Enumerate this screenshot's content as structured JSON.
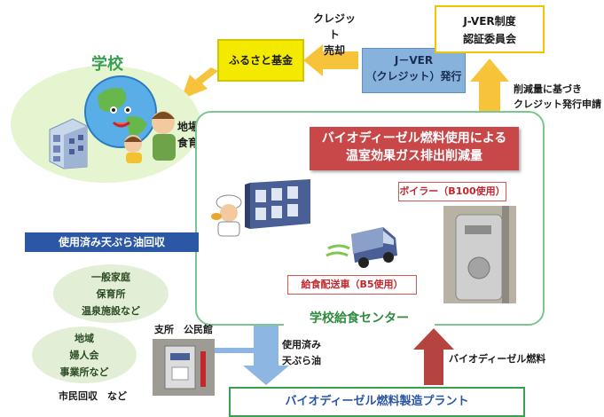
{
  "school": {
    "title": "学校",
    "activity_line1": "地場産給食の推進",
    "activity_line2": "食育など"
  },
  "furusato_fund": "ふるさと基金",
  "credit_sale": {
    "line1": "クレジット",
    "line2": "売却"
  },
  "jver_issue": {
    "line1": "J－VER",
    "line2": "（クレジット）発行"
  },
  "jver_committee": {
    "line1": "J-VER制度",
    "line2": "認証委員会"
  },
  "credit_application": {
    "line1": "削減量に基づき",
    "line2": "クレジット発行申請"
  },
  "headline": {
    "line1": "バイオディーゼル燃料使用による",
    "line2": "温室効果ガス排出削減量"
  },
  "boiler_label": "ボイラー（B100使用）",
  "truck_label": "給食配送車（B5使用）",
  "center_title": "学校給食センター",
  "oil_collection": "使用済み天ぷら油回収",
  "households": {
    "line1": "一般家庭",
    "line2": "保育所",
    "line3": "温泉施設など"
  },
  "community": {
    "line1": "地域",
    "line2": "婦人会",
    "line3": "事業所など"
  },
  "branch_label": "支所　公民館",
  "city_collection": "市民回収　など",
  "used_oil_flow": {
    "line1": "使用済み",
    "line2": "天ぷら油"
  },
  "biodiesel_flow": "バイオディーゼル燃料",
  "plant": "バイオディーゼル燃料製造プラント",
  "colors": {
    "yellow_arrow": "#f7c33a",
    "blue_arrow": "#8db6e2",
    "red_arrow": "#b5433f",
    "panel_border": "#7cc68e"
  }
}
